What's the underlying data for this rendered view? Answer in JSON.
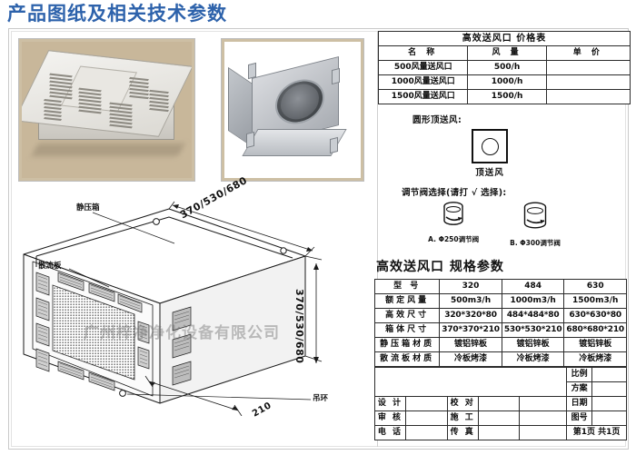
{
  "page": {
    "title": "产品图纸及相关技术参数",
    "title_color": "#2d62ab",
    "watermark": "广州梓净净化设备有限公司"
  },
  "photos": [
    {
      "name": "白色高效送风口成品图"
    },
    {
      "name": "镀锌静压箱风口内部结构图"
    }
  ],
  "drawing": {
    "labels": {
      "plenum": "静压箱",
      "diffuser": "散流板",
      "lifting_ring": "吊环"
    },
    "dimensions": {
      "top": "370/530/680",
      "right": "370/530/680",
      "depth": "210"
    }
  },
  "price_table": {
    "title": "高效送风口 价格表",
    "headers": [
      "名 称",
      "风 量",
      "单 价"
    ],
    "rows": [
      {
        "name": "500风量送风口",
        "airflow": "500/h",
        "price": ""
      },
      {
        "name": "1000风量送风口",
        "airflow": "1000/h",
        "price": ""
      },
      {
        "name": "1500风量送风口",
        "airflow": "1500/h",
        "price": ""
      }
    ]
  },
  "top_supply": {
    "section_title": "圆形顶送风:",
    "caption": "顶送风"
  },
  "valve_select": {
    "section_title": "调节阀选择(请打 √ 选择):",
    "options": [
      {
        "label": "A. Φ250调节阀"
      },
      {
        "label": "B. Φ300调节阀"
      }
    ]
  },
  "spec_table": {
    "title": "高效送风口 规格参数",
    "row_headers": [
      "型 号",
      "额定风量",
      "高效尺寸",
      "箱体尺寸",
      "静压箱材质",
      "散流板材质"
    ],
    "columns": [
      "320",
      "484",
      "630"
    ],
    "rows": [
      {
        "header": "额定风量",
        "values": [
          "500m3/h",
          "1000m3/h",
          "1500m3/h"
        ]
      },
      {
        "header": "高效尺寸",
        "values": [
          "320*320*80",
          "484*484*80",
          "630*630*80"
        ]
      },
      {
        "header": "箱体尺寸",
        "values": [
          "370*370*210",
          "530*530*210",
          "680*680*210"
        ]
      },
      {
        "header": "静压箱材质",
        "values": [
          "镀铝锌板",
          "镀铝锌板",
          "镀铝锌板"
        ]
      },
      {
        "header": "散流板材质",
        "values": [
          "冷板烤漆",
          "冷板烤漆",
          "冷板烤漆"
        ]
      }
    ]
  },
  "title_block": {
    "left_rows": [
      {
        "label": "设 计",
        "value": ""
      },
      {
        "label": "审 核",
        "value": ""
      },
      {
        "label": "电 话",
        "value": ""
      }
    ],
    "mid_rows": [
      {
        "label": "校 对",
        "value": ""
      },
      {
        "label": "施 工",
        "value": ""
      },
      {
        "label": "传 真",
        "value": ""
      }
    ],
    "right_rows": [
      {
        "label": "比例",
        "value": ""
      },
      {
        "label": "方案",
        "value": ""
      },
      {
        "label": "日期",
        "value": ""
      },
      {
        "label": "图号",
        "value": ""
      }
    ],
    "page_info": "第1页 共1页"
  }
}
